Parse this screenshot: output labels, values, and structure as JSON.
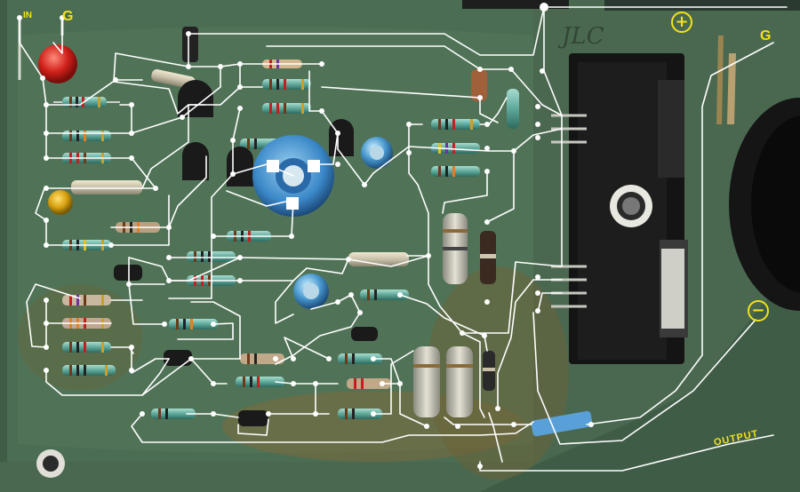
{
  "labels": {
    "in": "IN",
    "g_top_left": "G",
    "g_right": "G",
    "plus": "+",
    "minus": "−",
    "output": "OUTPUT"
  },
  "silkscreen": "JLC",
  "colors": {
    "pcb": "#4a6b52",
    "copper_pad": "#9a8a54",
    "label": "#f2e21a",
    "trace": "#ffffff",
    "heatsink": "#161616"
  }
}
